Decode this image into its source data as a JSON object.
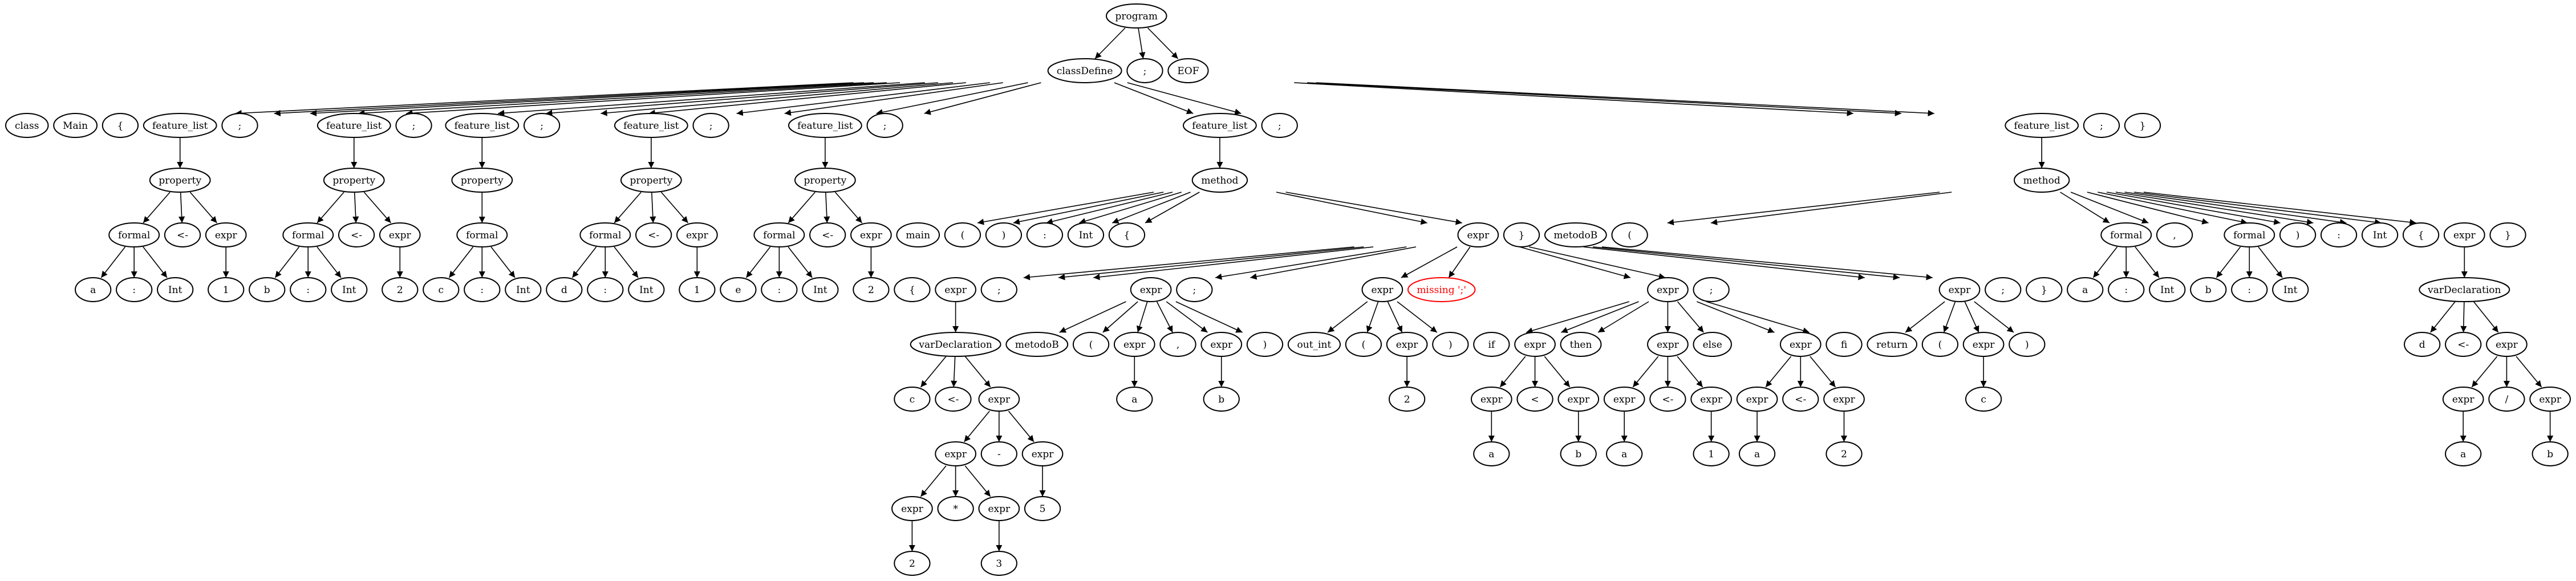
{
  "colors": {
    "node_stroke": "#000000",
    "error_stroke": "#ff0000",
    "background": "#ffffff"
  },
  "tree": {
    "label": "program",
    "children": [
      {
        "label": "classDefine",
        "children": [
          {
            "label": "class"
          },
          {
            "label": "Main"
          },
          {
            "label": "{"
          },
          {
            "label": "feature_list",
            "children": [
              {
                "label": "property",
                "children": [
                  {
                    "label": "formal",
                    "children": [
                      {
                        "label": "a"
                      },
                      {
                        "label": ":"
                      },
                      {
                        "label": "Int"
                      }
                    ]
                  },
                  {
                    "label": "<-"
                  },
                  {
                    "label": "expr",
                    "children": [
                      {
                        "label": "1"
                      }
                    ]
                  }
                ]
              }
            ]
          },
          {
            "label": ";"
          },
          {
            "label": "feature_list",
            "children": [
              {
                "label": "property",
                "children": [
                  {
                    "label": "formal",
                    "children": [
                      {
                        "label": "b"
                      },
                      {
                        "label": ":"
                      },
                      {
                        "label": "Int"
                      }
                    ]
                  },
                  {
                    "label": "<-"
                  },
                  {
                    "label": "expr",
                    "children": [
                      {
                        "label": "2"
                      }
                    ]
                  }
                ]
              }
            ]
          },
          {
            "label": ";"
          },
          {
            "label": "feature_list",
            "children": [
              {
                "label": "property",
                "children": [
                  {
                    "label": "formal",
                    "children": [
                      {
                        "label": "c"
                      },
                      {
                        "label": ":"
                      },
                      {
                        "label": "Int"
                      }
                    ]
                  }
                ]
              }
            ]
          },
          {
            "label": ";"
          },
          {
            "label": "feature_list",
            "children": [
              {
                "label": "property",
                "children": [
                  {
                    "label": "formal",
                    "children": [
                      {
                        "label": "d"
                      },
                      {
                        "label": ":"
                      },
                      {
                        "label": "Int"
                      }
                    ]
                  },
                  {
                    "label": "<-"
                  },
                  {
                    "label": "expr",
                    "children": [
                      {
                        "label": "1"
                      }
                    ]
                  }
                ]
              }
            ]
          },
          {
            "label": ";"
          },
          {
            "label": "feature_list",
            "children": [
              {
                "label": "property",
                "children": [
                  {
                    "label": "formal",
                    "children": [
                      {
                        "label": "e"
                      },
                      {
                        "label": ":"
                      },
                      {
                        "label": "Int"
                      }
                    ]
                  },
                  {
                    "label": "<-"
                  },
                  {
                    "label": "expr",
                    "children": [
                      {
                        "label": "2"
                      }
                    ]
                  }
                ]
              }
            ]
          },
          {
            "label": ";"
          },
          {
            "label": "feature_list",
            "children": [
              {
                "label": "method",
                "children": [
                  {
                    "label": "main"
                  },
                  {
                    "label": "("
                  },
                  {
                    "label": ")"
                  },
                  {
                    "label": ":"
                  },
                  {
                    "label": "Int"
                  },
                  {
                    "label": "{"
                  },
                  {
                    "label": "expr",
                    "children": [
                      {
                        "label": "{"
                      },
                      {
                        "label": "expr",
                        "children": [
                          {
                            "label": "varDeclaration",
                            "children": [
                              {
                                "label": "c"
                              },
                              {
                                "label": "<-"
                              },
                              {
                                "label": "expr",
                                "children": [
                                  {
                                    "label": "expr",
                                    "children": [
                                      {
                                        "label": "expr",
                                        "children": [
                                          {
                                            "label": "2"
                                          }
                                        ]
                                      },
                                      {
                                        "label": "*"
                                      },
                                      {
                                        "label": "expr",
                                        "children": [
                                          {
                                            "label": "3"
                                          }
                                        ]
                                      }
                                    ]
                                  },
                                  {
                                    "label": "-"
                                  },
                                  {
                                    "label": "expr",
                                    "children": [
                                      {
                                        "label": "5"
                                      }
                                    ]
                                  }
                                ]
                              }
                            ]
                          }
                        ]
                      },
                      {
                        "label": ";"
                      },
                      {
                        "label": "expr",
                        "children": [
                          {
                            "label": "metodoB"
                          },
                          {
                            "label": "("
                          },
                          {
                            "label": "expr",
                            "children": [
                              {
                                "label": "a"
                              }
                            ]
                          },
                          {
                            "label": ","
                          },
                          {
                            "label": "expr",
                            "children": [
                              {
                                "label": "b"
                              }
                            ]
                          },
                          {
                            "label": ")"
                          }
                        ]
                      },
                      {
                        "label": ";"
                      },
                      {
                        "label": "expr",
                        "children": [
                          {
                            "label": "out_int"
                          },
                          {
                            "label": "("
                          },
                          {
                            "label": "expr",
                            "children": [
                              {
                                "label": "2"
                              }
                            ]
                          },
                          {
                            "label": ")"
                          }
                        ]
                      },
                      {
                        "label": "missing ';'",
                        "error": true
                      },
                      {
                        "label": "expr",
                        "children": [
                          {
                            "label": "if"
                          },
                          {
                            "label": "expr",
                            "children": [
                              {
                                "label": "expr",
                                "children": [
                                  {
                                    "label": "a"
                                  }
                                ]
                              },
                              {
                                "label": "<"
                              },
                              {
                                "label": "expr",
                                "children": [
                                  {
                                    "label": "b"
                                  }
                                ]
                              }
                            ]
                          },
                          {
                            "label": "then"
                          },
                          {
                            "label": "expr",
                            "children": [
                              {
                                "label": "expr",
                                "children": [
                                  {
                                    "label": "a"
                                  }
                                ]
                              },
                              {
                                "label": "<-"
                              },
                              {
                                "label": "expr",
                                "children": [
                                  {
                                    "label": "1"
                                  }
                                ]
                              }
                            ]
                          },
                          {
                            "label": "else"
                          },
                          {
                            "label": "expr",
                            "children": [
                              {
                                "label": "expr",
                                "children": [
                                  {
                                    "label": "a"
                                  }
                                ]
                              },
                              {
                                "label": "<-"
                              },
                              {
                                "label": "expr",
                                "children": [
                                  {
                                    "label": "2"
                                  }
                                ]
                              }
                            ]
                          },
                          {
                            "label": "fi"
                          }
                        ]
                      },
                      {
                        "label": ";"
                      },
                      {
                        "label": "expr",
                        "children": [
                          {
                            "label": "return"
                          },
                          {
                            "label": "("
                          },
                          {
                            "label": "expr",
                            "children": [
                              {
                                "label": "c"
                              }
                            ]
                          },
                          {
                            "label": ")"
                          }
                        ]
                      },
                      {
                        "label": ";"
                      },
                      {
                        "label": "}"
                      }
                    ]
                  },
                  {
                    "label": "}"
                  }
                ]
              }
            ]
          },
          {
            "label": ";"
          },
          {
            "label": "feature_list",
            "children": [
              {
                "label": "method",
                "children": [
                  {
                    "label": "metodoB"
                  },
                  {
                    "label": "("
                  },
                  {
                    "label": "formal",
                    "children": [
                      {
                        "label": "a"
                      },
                      {
                        "label": ":"
                      },
                      {
                        "label": "Int"
                      }
                    ]
                  },
                  {
                    "label": ","
                  },
                  {
                    "label": "formal",
                    "children": [
                      {
                        "label": "b"
                      },
                      {
                        "label": ":"
                      },
                      {
                        "label": "Int"
                      }
                    ]
                  },
                  {
                    "label": ")"
                  },
                  {
                    "label": ":"
                  },
                  {
                    "label": "Int"
                  },
                  {
                    "label": "{"
                  },
                  {
                    "label": "expr",
                    "children": [
                      {
                        "label": "varDeclaration",
                        "children": [
                          {
                            "label": "d"
                          },
                          {
                            "label": "<-"
                          },
                          {
                            "label": "expr",
                            "children": [
                              {
                                "label": "expr",
                                "children": [
                                  {
                                    "label": "a"
                                  }
                                ]
                              },
                              {
                                "label": "/"
                              },
                              {
                                "label": "expr",
                                "children": [
                                  {
                                    "label": "b"
                                  }
                                ]
                              }
                            ]
                          }
                        ]
                      }
                    ]
                  },
                  {
                    "label": "}"
                  }
                ]
              }
            ]
          },
          {
            "label": ";"
          },
          {
            "label": "}"
          }
        ]
      },
      {
        "label": ";"
      },
      {
        "label": "EOF"
      }
    ]
  }
}
